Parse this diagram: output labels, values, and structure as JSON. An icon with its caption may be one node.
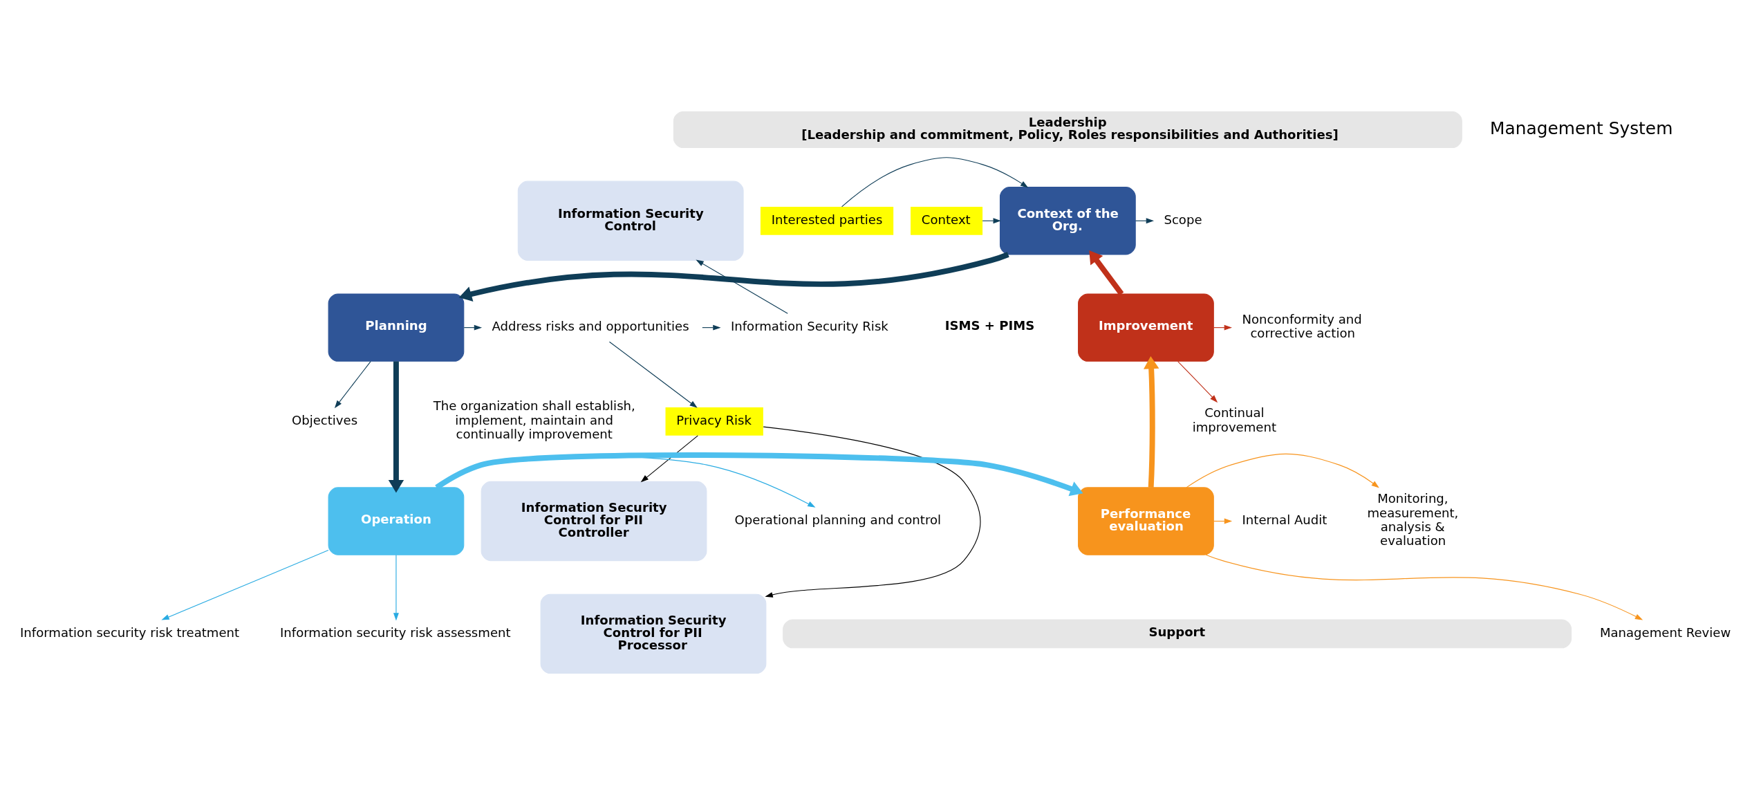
{
  "diagram": {
    "nodes": [
      {
        "text": [
          "Leadership",
          "[Leadership and commitment, Policy, Roles responsibilities and Authorities]"
        ]
      },
      {
        "text": [
          "Context"
        ]
      },
      {
        "text": [
          "Interested parties"
        ]
      },
      {
        "text": [
          "Context of the Org."
        ]
      },
      {
        "text": [
          "Scope"
        ]
      },
      {
        "text": [
          "Planning"
        ]
      },
      {
        "text": [
          "Address risks and opportunities"
        ]
      },
      {
        "text": [
          "Objectives"
        ]
      },
      {
        "text": [
          "Information Security Risk"
        ]
      },
      {
        "text": [
          "Privacy Risk"
        ]
      },
      {
        "text": [
          "Information Security Control"
        ]
      },
      {
        "text": [
          "Information Security Control for PII Controller"
        ]
      },
      {
        "text": [
          "Information Security Control for PII Processor"
        ]
      },
      {
        "text": [
          "Operation"
        ]
      },
      {
        "text": [
          "Operational planning and control"
        ]
      },
      {
        "text": [
          "Information security risk assessment"
        ]
      },
      {
        "text": [
          "Information security risk treatment"
        ]
      },
      {
        "text": [
          "Performance evaluation"
        ]
      },
      {
        "text": [
          "Monitoring, measurement, analysis & evaluation"
        ]
      },
      {
        "text": [
          "Internal Audit"
        ]
      },
      {
        "text": [
          "Management Review"
        ]
      },
      {
        "text": [
          "Improvement"
        ]
      },
      {
        "text": [
          "Nonconformity and corrective action"
        ]
      },
      {
        "text": [
          "Continual improvement"
        ]
      },
      {
        "text": [
          "Support"
        ]
      }
    ],
    "edges": [
      {
        "from": 1,
        "to": 3,
        "arrow": "to"
      },
      {
        "from": 2,
        "to": 3,
        "arrow": "to"
      },
      {
        "from": 3,
        "to": 4,
        "arrow": "to"
      },
      {
        "from": 3,
        "to": 5,
        "arrow": "to",
        "style": "thick"
      },
      {
        "from": 5,
        "to": 6,
        "arrow": "to"
      },
      {
        "from": 5,
        "to": 7,
        "arrow": "to"
      },
      {
        "from": 6,
        "to": 8,
        "arrow": "to"
      },
      {
        "from": 6,
        "to": 9,
        "arrow": "to"
      },
      {
        "from": 8,
        "to": 10,
        "arrow": "to"
      },
      {
        "from": 9,
        "to": 11,
        "arrow": "to",
        "color": "#000000"
      },
      {
        "from": 9,
        "to": 12,
        "arrow": "to",
        "color": "#000000"
      },
      {
        "from": 5,
        "to": 13,
        "arrow": "to",
        "style": "thick"
      },
      {
        "from": 13,
        "to": 14,
        "arrow": "to",
        "color": "#29abe2"
      },
      {
        "from": 13,
        "to": 15,
        "arrow": "to",
        "color": "#29abe2"
      },
      {
        "from": 13,
        "to": 16,
        "arrow": "to",
        "color": "#29abe2"
      },
      {
        "from": 13,
        "to": 17,
        "arrow": "to",
        "style": "thick",
        "color": "#4dbfee"
      },
      {
        "from": 17,
        "to": 18,
        "arrow": "to",
        "color": "#f7941d"
      },
      {
        "from": 17,
        "to": 19,
        "arrow": "to",
        "color": "#f7941d"
      },
      {
        "from": 17,
        "to": 20,
        "arrow": "to",
        "color": "#f7941d"
      },
      {
        "from": 17,
        "to": 21,
        "arrow": "to",
        "style": "thick",
        "color": "#f7941d"
      },
      {
        "from": 21,
        "to": 22,
        "arrow": "to",
        "color": "#c0311a"
      },
      {
        "from": 21,
        "to": 23,
        "arrow": "to",
        "color": "#c0311a"
      },
      {
        "from": 21,
        "to": 3,
        "arrow": "to",
        "style": "thick",
        "color": "#c0311a"
      }
    ],
    "labels": [
      "Management System",
      "ISMS + PIMS",
      "The organization shall establish, implement, maintain and continually improvement"
    ]
  }
}
